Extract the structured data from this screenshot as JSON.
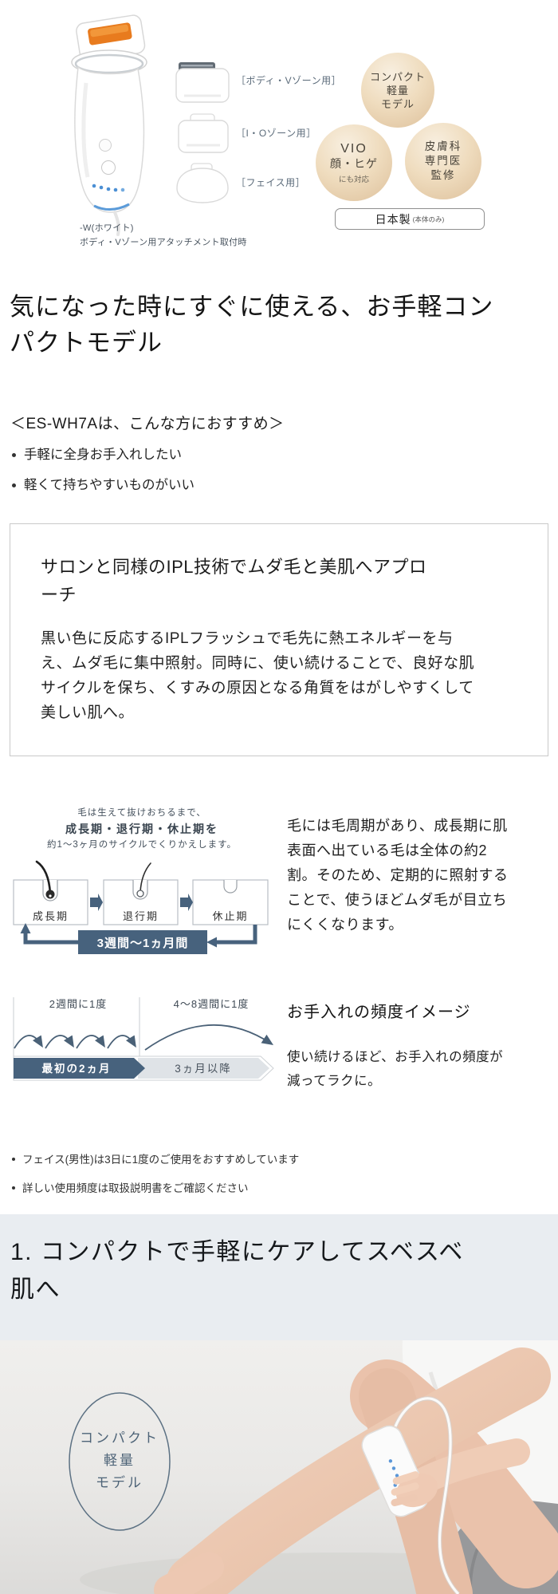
{
  "hero": {
    "attachment_labels": [
      "［ボディ・Vゾーン用］",
      "［I・Oゾーン用］",
      "［フェイス用］"
    ],
    "caption_line1": "-W(ホワイト)",
    "caption_line2": "ボディ・Vゾーン用アタッチメント取付時",
    "badge_compact": {
      "line1": "コンパクト",
      "line2": "軽量",
      "line3": "モデル"
    },
    "badge_vio": {
      "line1": "VIO",
      "line2": "顔・ヒゲ",
      "note": "にも対応"
    },
    "badge_derma": {
      "line1": "皮膚科",
      "line2": "専門医",
      "line3": "監修"
    },
    "made_in_japan": "日本製",
    "made_in_japan_note": "(本体のみ)"
  },
  "headline": "気になった時にすぐに使える、お手軽コンパクトモデル",
  "recommend": {
    "title": "＜ES-WH7Aは、こんな方におすすめ＞",
    "items": [
      "手軽に全身お手入れしたい",
      "軽くて持ちやすいものがいい"
    ]
  },
  "ipl_box": {
    "title": "サロンと同様のIPL技術でムダ毛と美肌へアプローチ",
    "body": "黒い色に反応するIPLフラッシュで毛先に熱エネルギーを与え、ムダ毛に集中照射。同時に、使い続けることで、良好な肌サイクルを保ち、くすみの原因となる角質をはがしやすくして美しい肌へ。"
  },
  "cycle": {
    "caption_line1": "毛は生えて抜けおちるまで、",
    "caption_line2": "成長期・退行期・休止期を",
    "caption_line3": "約1〜3ヶ月のサイクルでくりかえします。",
    "stages": [
      "成長期",
      "退行期",
      "休止期"
    ],
    "loop_label": "3週間〜1ヵ月間",
    "description": "毛には毛周期があり、成長期に肌表面へ出ている毛は全体の約2割。そのため、定期的に照射することで、使うほどムダ毛が目立ちにくくなります。"
  },
  "frequency": {
    "label_first": "2週間に1度",
    "label_later": "4〜8週間に1度",
    "bar_first": "最初の2ヵ月",
    "bar_later": "3ヵ月以降",
    "title": "お手入れの頻度イメージ",
    "description": "使い続けるほど、お手入れの頻度が減ってラクに。"
  },
  "footnotes": [
    "フェイス(男性)は3日に1度のご使用をおすすめしています",
    "詳しい使用頻度は取扱説明書をご確認ください"
  ],
  "section1": {
    "title": "1. コンパクトで手軽にケアしてスベスベ肌へ",
    "photo_badge": {
      "line1": "コンパクト",
      "line2": "軽量",
      "line3": "モデル"
    }
  },
  "colors": {
    "accent_slate": "#47627d",
    "badge_beige": "#e9cfae",
    "section_header_bg": "#e9edf1",
    "indicator_blue": "#4b8fd4"
  }
}
